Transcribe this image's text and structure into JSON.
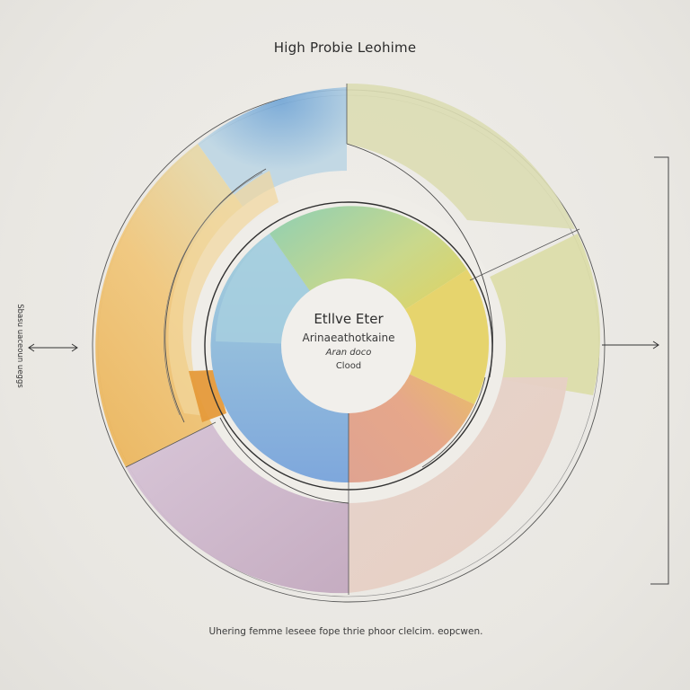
{
  "diagram": {
    "title": "High Probie Leohime",
    "center": {
      "line1": "Etllve Eter",
      "line2": "Arinaeathotkaine",
      "line3": "Aran doco",
      "line4": "Clood"
    },
    "left_annotation": "Sbasu uaceoun ueggs",
    "caption": "Uhering femme leseee fope thrie phoor clelcim. eopcwen.",
    "outer_segments": [
      {
        "name": "blue",
        "color": "#8fb9dc"
      },
      {
        "name": "yellow-green",
        "color": "#d9dcae"
      },
      {
        "name": "pale-olive",
        "color": "#dcdca8"
      },
      {
        "name": "peach",
        "color": "#e6cfc3"
      },
      {
        "name": "lilac",
        "color": "#cdb8cc"
      },
      {
        "name": "orange",
        "color": "#eebf70"
      }
    ],
    "inner_segments": [
      {
        "name": "teal-green",
        "color": "#8fcdb6"
      },
      {
        "name": "yellow",
        "color": "#e5d36a"
      },
      {
        "name": "salmon",
        "color": "#e4a58a"
      },
      {
        "name": "blue",
        "color": "#8bb2df"
      }
    ],
    "accent_colors": {
      "line": "#3a3a3a",
      "orange_tab": "#e59a3a"
    }
  }
}
